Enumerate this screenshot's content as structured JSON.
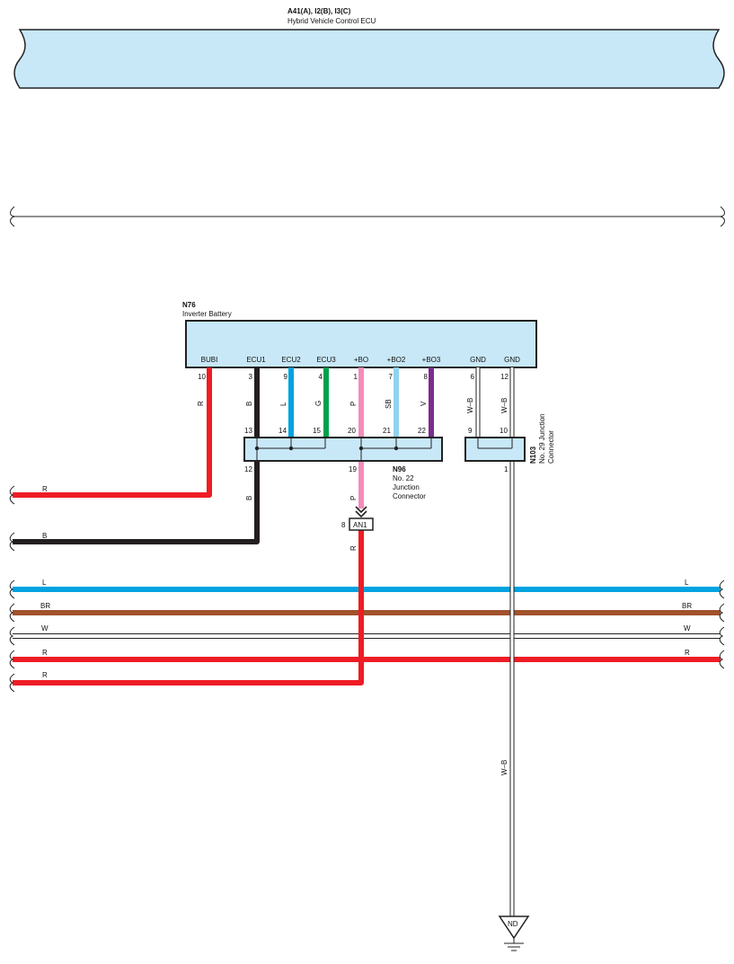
{
  "colors": {
    "box_fill": "#c8e8f8",
    "stroke": "#222222",
    "red": "#ee1c25",
    "black": "#231f20",
    "blue": "#00a3e0",
    "green": "#00a14b",
    "pink": "#f48cba",
    "sky": "#8fd3f0",
    "violet": "#7b2d8e",
    "brown": "#a0522d"
  },
  "ecu": {
    "code": "A41(A), I2(B), I3(C)",
    "name": "Hybrid Vehicle Control ECU"
  },
  "battery": {
    "code": "N76",
    "name": "Inverter Battery",
    "terminals": [
      {
        "label": "BUBI",
        "pin": "10",
        "wire": "R"
      },
      {
        "label": "ECU1",
        "pin": "3",
        "wire": "B"
      },
      {
        "label": "ECU2",
        "pin": "9",
        "wire": "L"
      },
      {
        "label": "ECU3",
        "pin": "4",
        "wire": "G"
      },
      {
        "label": "+BO",
        "pin": "1",
        "wire": "P"
      },
      {
        "label": "+BO2",
        "pin": "7",
        "wire": "SB"
      },
      {
        "label": "+BO3",
        "pin": "8",
        "wire": "V"
      },
      {
        "label": "GND",
        "pin": "6",
        "wire": "W–B"
      },
      {
        "label": "GND",
        "pin": "12",
        "wire": "W–B"
      }
    ]
  },
  "junction_n96": {
    "code": "N96",
    "name_lines": [
      "No.  22",
      "Junction",
      "Connector"
    ],
    "top_pins": [
      "13",
      "14",
      "15",
      "20",
      "21",
      "22"
    ],
    "bottom_pins": [
      "12",
      "19"
    ]
  },
  "junction_n103": {
    "code": "N103",
    "name_lines": [
      "No.  29  Junction",
      "Connector"
    ],
    "top_pins": [
      "9",
      "10"
    ],
    "bottom_pin": "1"
  },
  "connector_an1": {
    "label": "AN1",
    "pin": "8"
  },
  "drop_wire_labels": {
    "bubi": "R",
    "ecu1": "B",
    "bo": "P",
    "an1": "R",
    "ground": "W–B"
  },
  "bus_wires": [
    {
      "left": "R",
      "right": ""
    },
    {
      "left": "B",
      "right": ""
    },
    {
      "left": "L",
      "right": "L"
    },
    {
      "left": "BR",
      "right": "BR"
    },
    {
      "left": "W",
      "right": "W"
    },
    {
      "left": "R",
      "right": "R"
    },
    {
      "left": "R",
      "right": ""
    }
  ],
  "ground": {
    "label": "ND"
  }
}
